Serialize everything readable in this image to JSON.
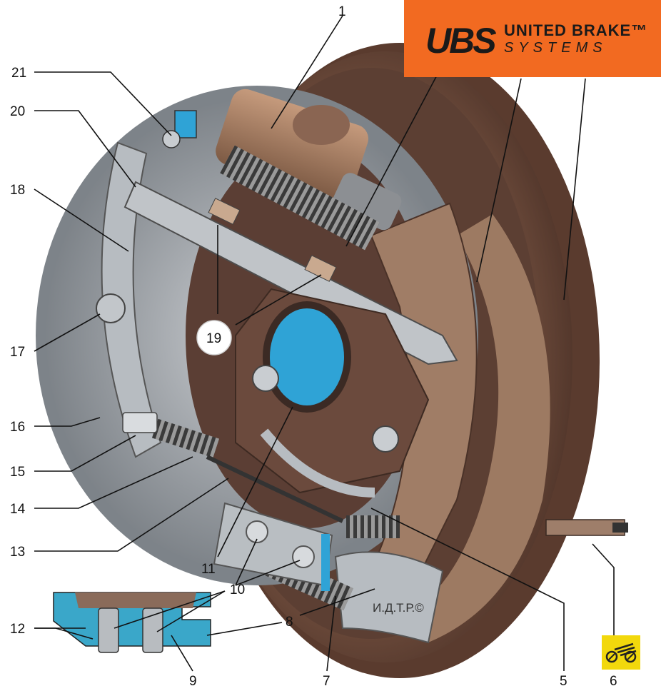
{
  "logo": {
    "mark": "UBS",
    "line1": "UNITED BRAKE™",
    "line2": "SYSTEMS"
  },
  "credit": "И.Д.Т.Р.©",
  "labels": {
    "n1": "1",
    "n5": "5",
    "n6": "6",
    "n7": "7",
    "n8": "8",
    "n9": "9",
    "n10": "10",
    "n11": "11",
    "n12": "12",
    "n13": "13",
    "n14": "14",
    "n15": "15",
    "n16": "16",
    "n17": "17",
    "n18": "18",
    "n19": "19",
    "n20": "20",
    "n21": "21"
  },
  "colors": {
    "logo_bg": "#f26a21",
    "drum": "#7a5a4a",
    "backing_plate": "#8e9398",
    "hub": "#2fa3d6",
    "inset": "#3aa7c9",
    "badge": "#f2d80c"
  },
  "icons": {
    "badge": "brake-car-icon",
    "logo": "ubs-logo"
  }
}
